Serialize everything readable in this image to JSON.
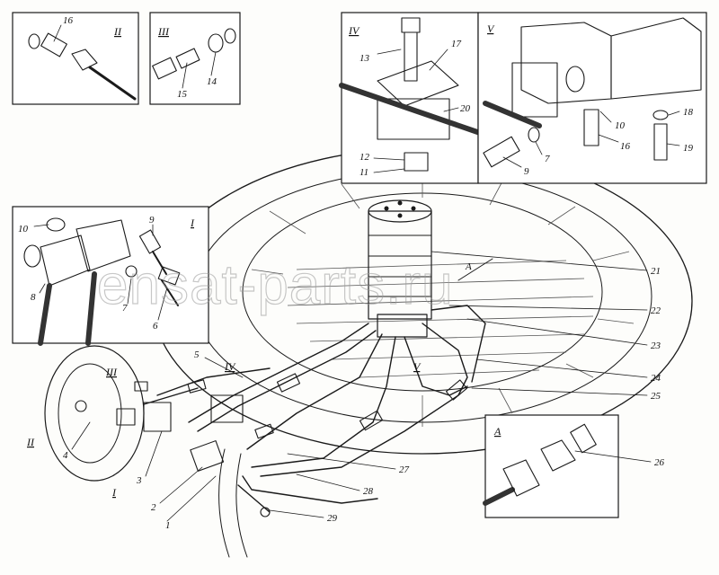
{
  "watermark": "ensat-parts.ru",
  "insets": {
    "II": {
      "label": "II",
      "callouts": [
        "16"
      ]
    },
    "III": {
      "label": "III",
      "callouts": [
        "15",
        "14"
      ]
    },
    "IV": {
      "label": "IV",
      "callouts": [
        "13",
        "17",
        "20",
        "12",
        "11"
      ]
    },
    "V": {
      "label": "V",
      "callouts": [
        "10",
        "16",
        "7",
        "9",
        "18",
        "19"
      ]
    },
    "I": {
      "label": "I",
      "callouts": [
        "10",
        "9",
        "8",
        "7",
        "6"
      ]
    },
    "A": {
      "label": "A",
      "callouts": [
        "26"
      ]
    }
  },
  "main": {
    "view_markers": [
      "A",
      "IV",
      "V",
      "III",
      "II",
      "I"
    ],
    "callouts_right": [
      "21",
      "22",
      "23",
      "24",
      "25"
    ],
    "callouts_bottom": [
      "27",
      "28",
      "29"
    ],
    "callouts_left": [
      "5",
      "4",
      "3",
      "2",
      "1"
    ]
  }
}
